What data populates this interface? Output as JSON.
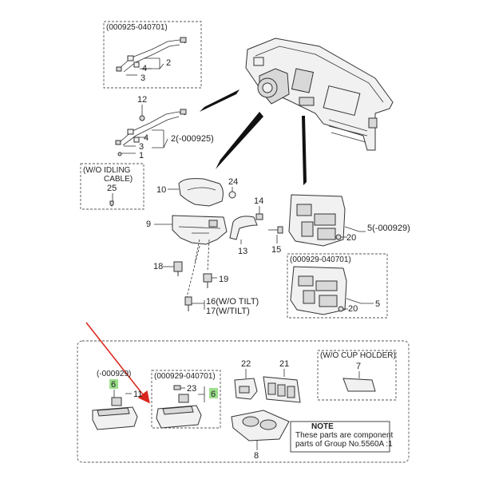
{
  "labels": {
    "range_top": "(000925-040701)",
    "p2_top": "2",
    "p4_top": "4",
    "p3_top": "3",
    "p12": "12",
    "p2_mid": "2(-000925)",
    "p4_mid": "4",
    "p3_mid": "3",
    "p1_mid": "1",
    "wo_idling_1": "(W/O IDLING",
    "wo_idling_2": "CABLE)",
    "p25": "25",
    "p24": "24",
    "p10": "10",
    "p14": "14",
    "p9": "9",
    "p13": "13",
    "p15": "15",
    "p5_top": "5(-000929)",
    "p20_top": "20",
    "range_mid_right": "(000929-040701)",
    "p18": "18",
    "p19": "19",
    "p16": "16(W/O TILT)",
    "p17": "17(W/TILT)",
    "p5_bot": "5",
    "p20_bot": "20",
    "range_left_bottom": "(-000929)",
    "p6_left": "6",
    "p11": "11",
    "range_mid_bottom": "(000929-040701)",
    "p23": "23",
    "p6_mid": "6",
    "p22": "22",
    "p21": "21",
    "wo_cup_holder": "(W/O CUP HOLDER)",
    "p7": "7",
    "p8": "8",
    "note_title": "NOTE",
    "note_line1": "These parts are component",
    "note_line2": "parts of Group No.5560A :1"
  },
  "colors": {
    "highlight": "#9be08a",
    "arrow": "#d9261c",
    "line": "#333333"
  }
}
